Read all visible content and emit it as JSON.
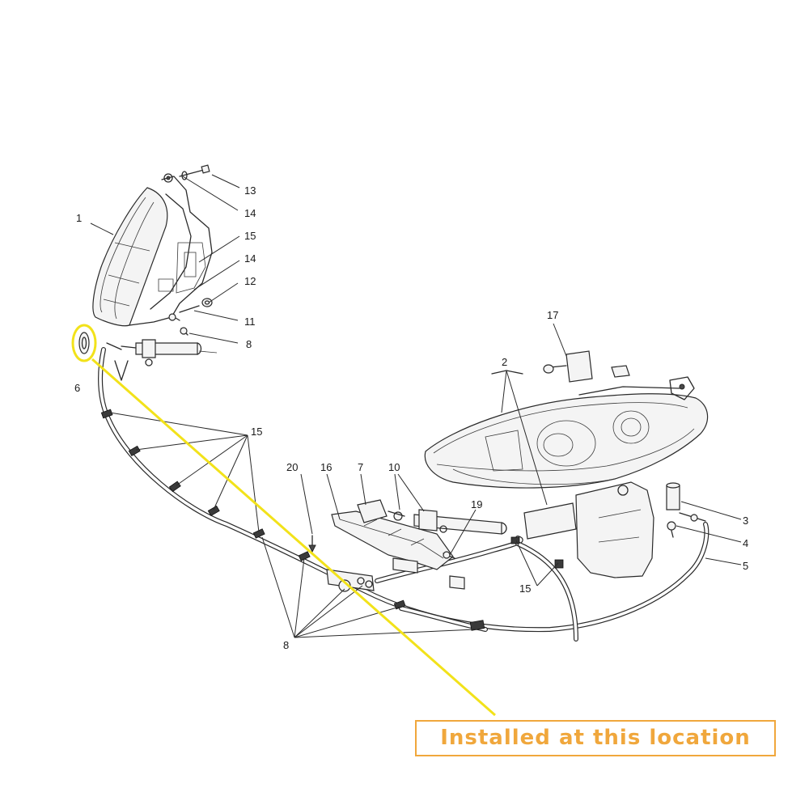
{
  "callouts": {
    "c1": "1",
    "c2": "2",
    "c3": "3",
    "c4": "4",
    "c5": "5",
    "c6": "6",
    "c7": "7",
    "c8_top": "8",
    "c8_bottom": "8",
    "c10": "10",
    "c11": "11",
    "c12": "12",
    "c13": "13",
    "c14_top": "14",
    "c14_mid": "14",
    "c15_top": "15",
    "c15_left": "15",
    "c15_right": "15",
    "c16": "16",
    "c17": "17",
    "c19": "19",
    "c20": "20"
  },
  "annotation": {
    "label": "Installed at this location",
    "label_color": "#f0a73c",
    "highlight_color": "#f2e21a"
  }
}
